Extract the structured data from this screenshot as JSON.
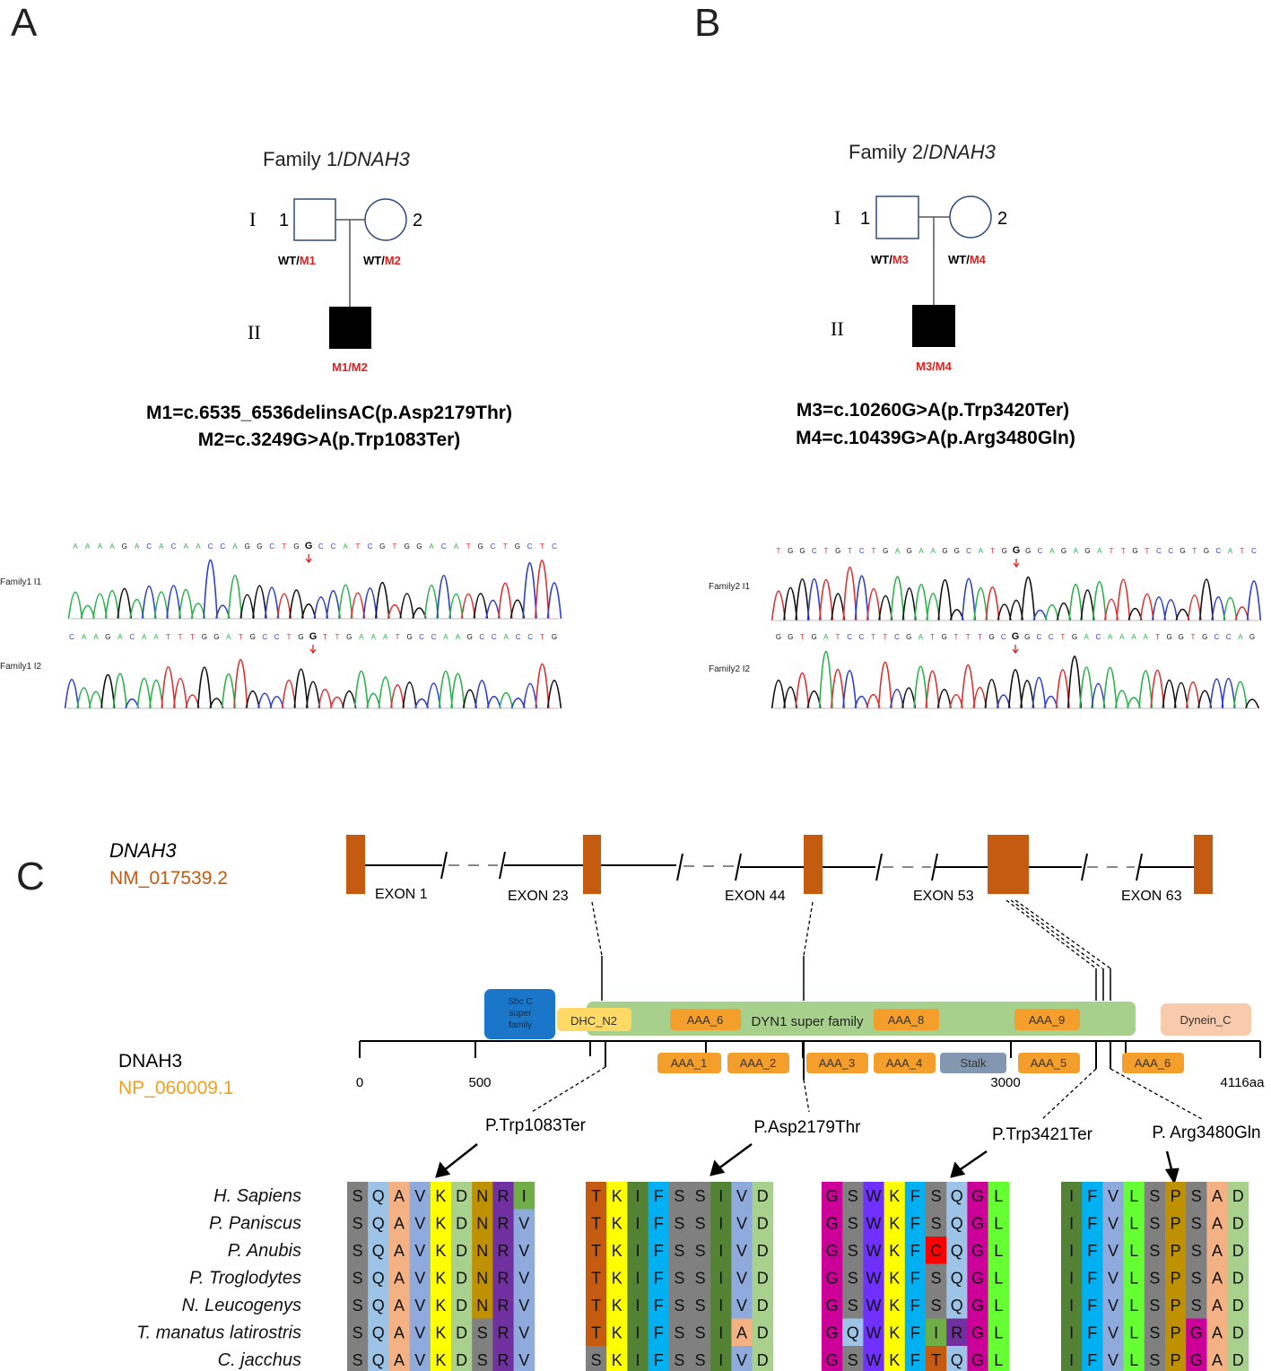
{
  "panels": {
    "a": "A",
    "b": "B",
    "c": "C"
  },
  "pedigrees": [
    {
      "title_prefix": "Family 1/",
      "gene": "DNAH3",
      "gen_i": "I",
      "gen_ii": "II",
      "father_num": "1",
      "mother_num": "2",
      "wt": "WT/",
      "father_mut": "M1",
      "mother_mut": "M2",
      "child_geno": "M1/M2",
      "mutations": [
        "M1=c.6535_6536delinsAC(p.Asp2179Thr)",
        "M2=c.3249G>A(p.Trp1083Ter)"
      ]
    },
    {
      "title_prefix": "Family 2/",
      "gene": "DNAH3",
      "gen_i": "I",
      "gen_ii": "II",
      "father_num": "1",
      "mother_num": "2",
      "wt": "WT/",
      "father_mut": "M3",
      "mother_mut": "M4",
      "child_geno": "M3/M4",
      "mutations": [
        "M3=c.10260G>A(p.Trp3420Ter)",
        "M4=c.10439G>A(p.Arg3480Gln)"
      ]
    }
  ],
  "traces": [
    {
      "label": "Family1  I1",
      "seq": "AAAAGACACAACCAGGCTGGCCATCGTGGACATGCTGCTC",
      "mark": 19
    },
    {
      "label": "Family1  I2",
      "seq": "CAAGACAATTTGGATGCCTGGTTGAAATGCCAAGCCACCTG",
      "mark": 20
    },
    {
      "label": "Family2  I1",
      "seq": "TGGCTGTCTGAGAAGGCATGGGCAGAGATTGTCCGTGCATC",
      "mark": 20
    },
    {
      "label": "Family2  I2",
      "seq": "GGTGATCCTTCGATGTTTGCGGCCTGACAAAATGGTGCCAG",
      "mark": 20
    }
  ],
  "gene": {
    "name": "DNAH3",
    "transcript": "NM_017539.2",
    "exons": [
      "EXON 1",
      "EXON 23",
      "EXON 44",
      "EXON 53",
      "EXON 63"
    ]
  },
  "protein": {
    "name": "DNAH3",
    "accession": "NP_060009.1",
    "domains_top": [
      {
        "label": "Sbc C super family"
      },
      {
        "label": "DHC_N2"
      },
      {
        "label": "DYN1 super family"
      },
      {
        "label": "AAA_6"
      },
      {
        "label": "AAA_8"
      },
      {
        "label": "AAA_9"
      },
      {
        "label": "Dynein_C"
      }
    ],
    "domains_bottom": [
      "AAA_1",
      "AAA_2",
      "AAA_3",
      "AAA_4",
      "Stalk",
      "AAA_5",
      "AAA_6"
    ],
    "ticks": [
      "0",
      "500",
      "3000",
      "4116aa"
    ]
  },
  "variants": [
    "P.Trp1083Ter",
    "P.Asp2179Thr",
    "P.Trp3421Ter",
    "P.  Arg3480Gln"
  ],
  "species": [
    "H. Sapiens",
    "P. Paniscus",
    "P. Anubis",
    "P. Troglodytes",
    "N. Leucogenys",
    "T. manatus latirostris",
    "C. jacchus"
  ],
  "alignments": [
    [
      "SQAVKDNRI",
      "SQAVKDNRV",
      "SQAVKDNRV",
      "SQAVKDNRV",
      "SQAVKDNRV",
      "SQAVKDSRV",
      "SQAVKDSRV"
    ],
    [
      "TKIFSSIVD",
      "TKIFSSIVD",
      "TKIFSSIVD",
      "TKIFSSIVD",
      "TKIFSSIVD",
      "TKIFSSIAD",
      "SKIFSSIVD"
    ],
    [
      "GSWKFSQGL",
      "GSWKFSQGL",
      "GSWKFCQGL",
      "GSWKFSQGL",
      "GSWKFSQGL",
      "GQWKFIRGL",
      "GSWKFTQGL"
    ],
    [
      "IFVLSPSAD",
      "IFVLSPSAD",
      "IFVLSPSAD",
      "IFVLSPSAD",
      "IFVLSPSAD",
      "IFVLSPGAD",
      "IFVLSPGAD"
    ]
  ],
  "colors": {
    "exon": "#c55a11",
    "accent_orange": "#c55a11",
    "mutation_red": "#e0201f"
  }
}
